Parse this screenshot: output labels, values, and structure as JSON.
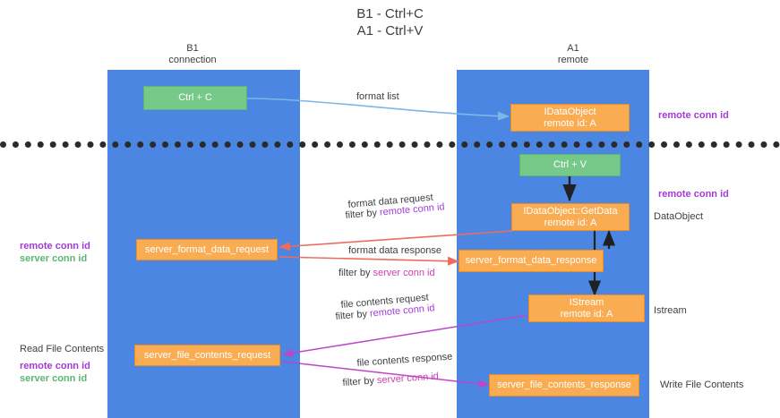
{
  "title": {
    "line1": "B1 - Ctrl+C",
    "line2": "A1 - Ctrl+V"
  },
  "lanes": [
    {
      "name": "B1",
      "subtitle": "connection"
    },
    {
      "name": "A1",
      "subtitle": "remote"
    }
  ],
  "boxes": {
    "ctrl_c": {
      "line1": "Ctrl + C"
    },
    "ctrl_v": {
      "line1": "Ctrl + V"
    },
    "idataobject": {
      "line1": "IDataObject",
      "line2": "remote id: A"
    },
    "getdata": {
      "line1": "IDataObject::GetData",
      "line2": "remote id: A"
    },
    "istream": {
      "line1": "IStream",
      "line2": "remote id: A"
    },
    "server_format_data_request": {
      "line1": "server_format_data_request"
    },
    "server_format_data_response": {
      "line1": "server_format_data_response"
    },
    "server_file_contents_request": {
      "line1": "server_file_contents_request"
    },
    "server_file_contents_response": {
      "line1": "server_file_contents_response"
    }
  },
  "edge_labels": {
    "format_list": "format list",
    "format_data_request": "format data request",
    "format_data_request_filter_prefix": "filter by ",
    "format_data_request_filter_key": "remote conn id",
    "format_data_response": "format data response",
    "format_data_response_filter_prefix": "filter by ",
    "format_data_response_filter_key": "server conn id",
    "file_contents_request": "file contents request",
    "file_contents_request_filter_prefix": "filter by ",
    "file_contents_request_filter_key": "remote conn id",
    "file_contents_response": "file contents response",
    "file_contents_response_filter_prefix": "filter by ",
    "file_contents_response_filter_key": "server conn id"
  },
  "annotations": {
    "right_remote_conn_id_top": "remote conn id",
    "right_remote_conn_id_mid": "remote conn id",
    "right_dataobject": "DataObject",
    "right_istream": "Istream",
    "right_write_file_contents": "Write File Contents",
    "left_read_file_contents": "Read File Contents",
    "left_remote_conn_id_a": "remote conn id",
    "left_server_conn_id_a": "server conn id",
    "left_remote_conn_id_b": "remote conn id",
    "left_server_conn_id_b": "server conn id"
  },
  "colors": {
    "lane": "#4a86e2",
    "green_box": "#77c98a",
    "orange_box": "#f9ac52",
    "remote_key": "#a33bd6",
    "server_key": "#5bb573",
    "arrow_blue": "#7fb5e8",
    "arrow_red": "#ee6b5e",
    "arrow_purple": "#bb47c9",
    "arrow_black": "#202124"
  }
}
